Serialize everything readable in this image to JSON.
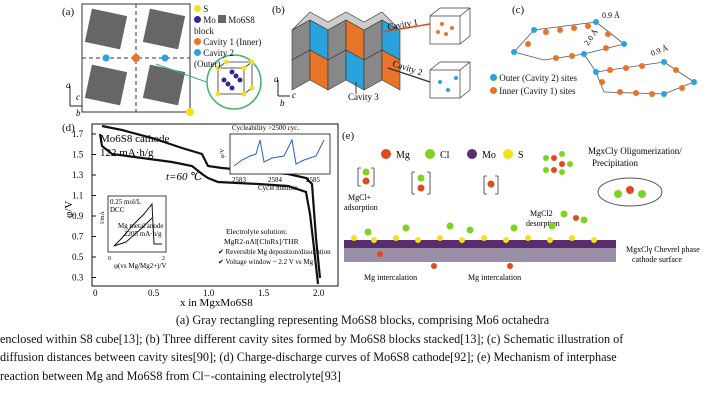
{
  "panel_labels": {
    "a": "(a)",
    "b": "(b)",
    "c": "(c)",
    "d": "(d)",
    "e": "(e)"
  },
  "legend_a": {
    "s": "S",
    "mo": "Mo",
    "block": "Mo6S8 block",
    "cav1": "Cavity 1 (Inner)",
    "cav2": "Cavity 2 (Outer)",
    "axis_a": "a",
    "axis_b": "b",
    "axis_c": "c"
  },
  "panel_b": {
    "cavity1": "Cavity 1",
    "cavity2": "Cavity 2",
    "cavity3": "Cavity 3",
    "axis_a": "a",
    "axis_b": "b",
    "axis_c": "c"
  },
  "panel_c": {
    "d1": "0.9 Å",
    "d2": "2.0 Å",
    "d3": "0.9 Å",
    "legend_outer": "Outer (Cavity 2) sites",
    "legend_inner": "Inner (Cavity 1) sites"
  },
  "panel_d": {
    "title1": "Mo6S8 cathode",
    "title2": "122 mA·h/g",
    "temp": "t=60 ℃",
    "inset_title": "Cycleability >2500 cyc.",
    "inset_xlabel": "Cycle number",
    "inset_ylabel": "φ/V",
    "inset_ticks": [
      "2583",
      "2584",
      "2585"
    ],
    "dcc1": "0.25 mol/L",
    "dcc2": "DCC",
    "anode1": "Mg metal anode",
    "anode2": "2205 mA·h/g",
    "cv_ylabel": "I/mA",
    "cv_xlabel": "φ(vs Mg/Mg2+)/V",
    "cv_x0": "0",
    "cv_x2": "2",
    "elec1": "Electrolyte solution:",
    "elec2": "MgR2-nAl[ClnRx]/THR",
    "elec3": "✔ Reversible Mg deposition/dissolution",
    "elec4": "✔ Voltage window ~ 2.2 V vs Mg",
    "ylabel": "φ/V",
    "xlabel": "x in MgxMo6S8",
    "yticks": [
      "1.7",
      "1.5",
      "1.3",
      "1.1",
      "0.9",
      "0.7",
      "0.5",
      "0.3"
    ],
    "xticks": [
      "0",
      "0.5",
      "1.0",
      "1.5",
      "2.0"
    ]
  },
  "panel_e": {
    "mg": "Mg",
    "cl": "Cl",
    "mo": "Mo",
    "s": "S",
    "oligo1": "MgxCly Oligomerization/",
    "oligo2": "Precipitation",
    "ads1": "MgCl+",
    "ads2": "adsorption",
    "des1": "MgCl2",
    "des2": "desorption",
    "int1": "Mg intercalation",
    "int2": "Mg intercalation",
    "surf1": "MgxClγ Chevrel phase",
    "surf2": "cathode surface"
  },
  "caption": {
    "l1": "(a) Gray rectangling representing Mo6S8 blocks, comprising Mo6 octahedra",
    "l2": "enclosed within S8 cube[13]; (b) Three different cavity sites formed by Mo6S8 blocks stacked[13]; (c) Schematic illustration of",
    "l3": "diffusion distances between cavity sites[90]; (d) Charge-discharge curves of Mo6S8 cathode[92]; (e) Mechanism of interphase",
    "l4": "reaction between Mg and Mo6S8 from Cl−-containing electrolyte[93]"
  },
  "colors": {
    "block": "#666666",
    "orange": "#e8742a",
    "blue": "#2aa3dc",
    "yellow": "#f2e21a",
    "mo_purple": "#2f2a8c",
    "green": "#7ed321",
    "red": "#e04a1e",
    "surface": "#5a2d6e"
  }
}
